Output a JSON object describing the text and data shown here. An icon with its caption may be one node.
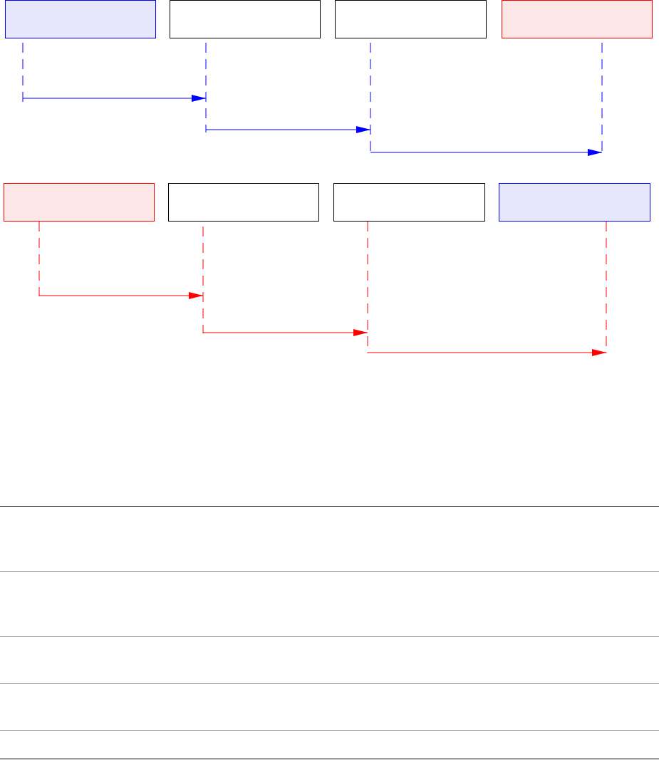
{
  "diagram": {
    "nodes": [
      {
        "text": [],
        "shape": "box"
      },
      {
        "text": [],
        "shape": "box"
      },
      {
        "text": [],
        "shape": "box"
      },
      {
        "text": [],
        "shape": "box"
      },
      {
        "text": [],
        "shape": "line"
      },
      {
        "text": [],
        "shape": "line"
      },
      {
        "text": [],
        "shape": "line"
      },
      {
        "text": [],
        "shape": "line"
      },
      {
        "text": [],
        "shape": "box"
      },
      {
        "text": [],
        "shape": "box"
      },
      {
        "text": [],
        "shape": "box"
      },
      {
        "text": [],
        "shape": "box"
      },
      {
        "text": [],
        "shape": "line"
      },
      {
        "text": [],
        "shape": "line"
      },
      {
        "text": [],
        "shape": "line"
      },
      {
        "text": [],
        "shape": "line"
      }
    ],
    "edges": [
      {
        "from": 4,
        "to": 5,
        "arrow": "to",
        "color": "#0000ff"
      },
      {
        "from": 5,
        "to": 6,
        "arrow": "to",
        "color": "#0000ff"
      },
      {
        "from": 6,
        "to": 7,
        "arrow": "to",
        "color": "#0000ff"
      },
      {
        "from": 12,
        "to": 13,
        "arrow": "to",
        "color": "#ff0000"
      },
      {
        "from": 13,
        "to": 14,
        "arrow": "to",
        "color": "#ff0000"
      },
      {
        "from": 14,
        "to": 15,
        "arrow": "to",
        "color": "#ff0000"
      }
    ]
  }
}
